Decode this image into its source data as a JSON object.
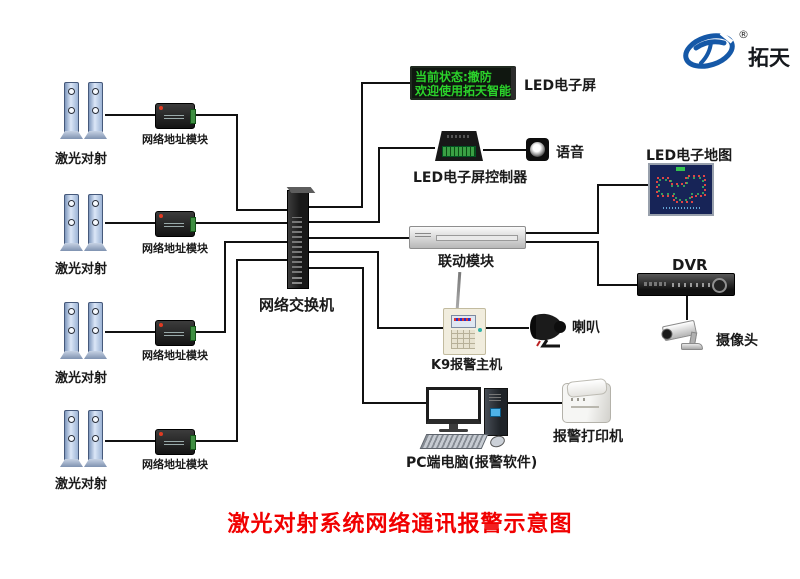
{
  "colors": {
    "title_red": "#f10000",
    "led_green": "#2bd32b",
    "brand_blue": "#1558a7",
    "map_navy": "#172457",
    "wire_black": "#111111"
  },
  "logo": {
    "brand": "拓天",
    "registered": "®"
  },
  "diagram_title": "激光对射系统网络通讯报警示意图",
  "left_chain": {
    "lasers": [
      {
        "label": "激光对射"
      },
      {
        "label": "激光对射"
      },
      {
        "label": "激光对射"
      },
      {
        "label": "激光对射"
      }
    ],
    "modules": [
      {
        "label": "网络地址模块"
      },
      {
        "label": "网络地址模块"
      },
      {
        "label": "网络地址模块"
      },
      {
        "label": "网络地址模块"
      }
    ]
  },
  "switch": {
    "label": "网络交换机"
  },
  "center": {
    "led_screen": {
      "label": "LED电子屏",
      "line1": "当前状态:撤防",
      "line2": "欢迎使用拓天智能"
    },
    "controller": {
      "label": "LED电子屏控制器"
    },
    "voice": {
      "label": "语音"
    },
    "linkage": {
      "label": "联动模块"
    },
    "k9": {
      "label": "K9报警主机"
    },
    "horn": {
      "label": "喇叭"
    },
    "pc": {
      "label": "PC端电脑(报警软件)"
    },
    "printer": {
      "label": "报警打印机"
    }
  },
  "right": {
    "led_map": {
      "label": "LED电子地图"
    },
    "dvr": {
      "label": "DVR"
    },
    "camera": {
      "label": "摄像头"
    }
  }
}
